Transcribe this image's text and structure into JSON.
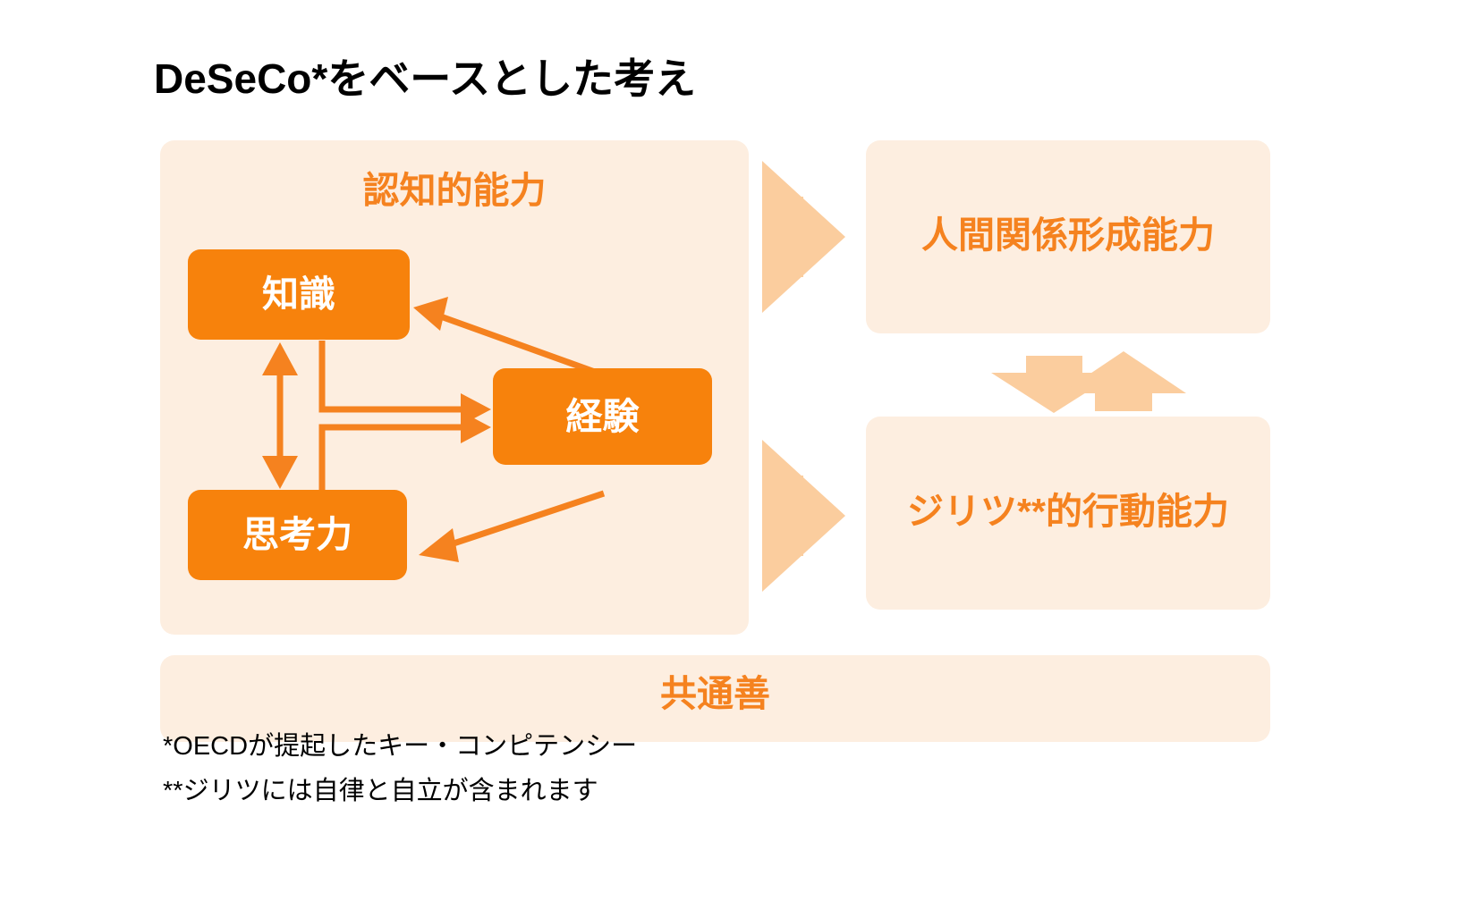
{
  "title": "DeSeCo*をベースとした考え",
  "colors": {
    "panel_bg": "#fdeee0",
    "node_fill": "#F7820C",
    "node_text": "#ffffff",
    "heading_text": "#F5821F",
    "arrow_thin": "#F5821F",
    "arrow_block": "#FBCD9E",
    "page_bg": "#ffffff",
    "footnote_text": "#000000"
  },
  "panels": {
    "cognitive": {
      "heading": "認知的能力",
      "nodes": [
        {
          "id": "knowledge",
          "label": "知識"
        },
        {
          "id": "experience",
          "label": "経験"
        },
        {
          "id": "thinking",
          "label": "思考力"
        }
      ]
    },
    "social": {
      "heading": "人間関係形成能力"
    },
    "autonomy": {
      "heading": "ジリツ**的行動能力"
    },
    "common": {
      "heading": "共通善"
    }
  },
  "connectors": {
    "knowledge_thinking_bidirectional": "double-headed-vertical-arrow",
    "knowledge_to_experience": "elbow-arrow-right",
    "thinking_to_experience": "elbow-arrow-right",
    "experience_to_knowledge": "diagonal-arrow-up-left",
    "experience_to_thinking": "diagonal-arrow-down-left",
    "cognitive_to_social": "block-arrow-right",
    "cognitive_to_autonomy": "block-arrow-right",
    "social_to_autonomy": "block-arrow-down",
    "autonomy_to_social": "block-arrow-up"
  },
  "footnotes": [
    "*OECDが提起したキー・コンピテンシー",
    "**ジリツには自律と自立が含まれます"
  ]
}
